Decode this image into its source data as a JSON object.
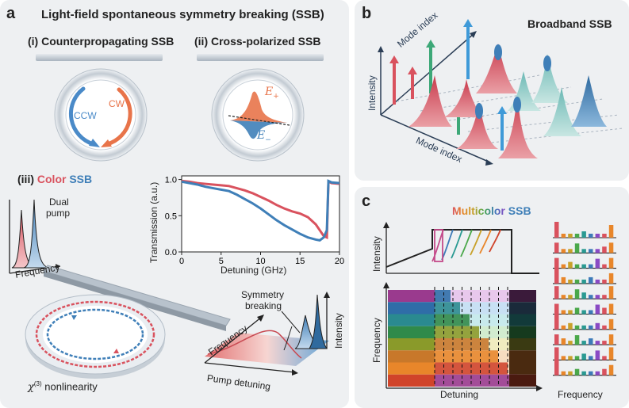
{
  "panel_a": {
    "label": "a",
    "title": "Light-field spontaneous symmetry breaking (SSB)",
    "sub_i": "(i) Counterpropagating SSB",
    "sub_ii": "(ii) Cross-polarized SSB",
    "cw": "CW",
    "ccw": "CCW",
    "e_plus": "E",
    "e_plus_sub": "+",
    "e_minus": "E",
    "e_minus_sub": "−",
    "sub_iii_prefix": "(iii)",
    "sub_iii_color": "Color",
    "sub_iii_ssb": "SSB",
    "dual_pump_1": "Dual",
    "dual_pump_2": "pump",
    "freq_label": "Frequency",
    "nonlinearity": "χ",
    "nonlinearity_sup": "(3)",
    "nonlinearity_rest": " nonlinearity",
    "sym_break_1": "Symmetry",
    "sym_break_2": "breaking",
    "freq_axis": "Frequency",
    "intensity_axis": "Intensity",
    "pump_detuning": "Pump detuning",
    "colors": {
      "red": "#d9525e",
      "blue": "#3f7fb8",
      "orange": "#e8744a"
    }
  },
  "chart_data": {
    "type": "line",
    "xlabel": "Detuning (GHz)",
    "ylabel": "Transmission (a.u.)",
    "xlim": [
      0,
      20
    ],
    "ylim": [
      0,
      1.05
    ],
    "xticks": [
      "0",
      "5",
      "10",
      "15",
      "20"
    ],
    "yticks": [
      "0.0",
      "0.5",
      "1.0"
    ],
    "series": [
      {
        "color": "#d9525e",
        "x": [
          0,
          1,
          2,
          3,
          4,
          5,
          6,
          7,
          8,
          9,
          10,
          11,
          12,
          13,
          14,
          15,
          16,
          17,
          17.5,
          18,
          18.4,
          18.6,
          19,
          20
        ],
        "y": [
          0.98,
          0.97,
          0.95,
          0.94,
          0.93,
          0.92,
          0.91,
          0.88,
          0.85,
          0.81,
          0.76,
          0.71,
          0.65,
          0.6,
          0.56,
          0.53,
          0.48,
          0.38,
          0.3,
          0.22,
          0.2,
          0.97,
          0.95,
          0.94
        ]
      },
      {
        "color": "#3f7fb8",
        "x": [
          0,
          1,
          2,
          3,
          4,
          5,
          6,
          7,
          8,
          9,
          10,
          11,
          12,
          13,
          14,
          15,
          16,
          17,
          17.5,
          18,
          18.4,
          18.6,
          19,
          20
        ],
        "y": [
          0.97,
          0.95,
          0.93,
          0.9,
          0.88,
          0.86,
          0.84,
          0.79,
          0.73,
          0.67,
          0.6,
          0.52,
          0.44,
          0.37,
          0.31,
          0.25,
          0.2,
          0.17,
          0.16,
          0.2,
          0.3,
          0.98,
          0.96,
          0.95
        ]
      }
    ]
  },
  "panel_b": {
    "label": "b",
    "title": "Broadband SSB",
    "mode_index_top": "Mode index",
    "mode_index_bottom": "Mode index",
    "intensity": "Intensity"
  },
  "panel_c": {
    "label": "c",
    "title_multicolor": "Multicolor",
    "title_ssb": "SSB",
    "intensity": "Intensity",
    "frequency": "Frequency",
    "detuning": "Detuning",
    "frequency_right": "Frequency",
    "band_colors": [
      "#c44a8a",
      "#3d7ab8",
      "#2a9a92",
      "#4aa84a",
      "#c8a12a",
      "#e8862a",
      "#d0442a"
    ]
  }
}
